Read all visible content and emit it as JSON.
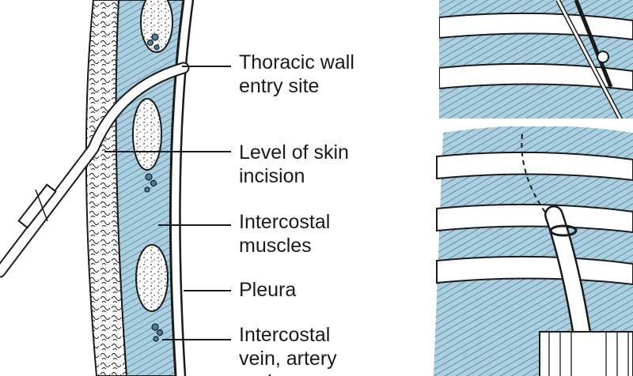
{
  "labels": {
    "thoracic_wall_entry_site": "Thoracic wall\nentry site",
    "level_of_skin_incision": "Level of skin\nincision",
    "intercostal_muscles": "Intercostal\nmuscles",
    "pleura": "Pleura",
    "intercostal_vessels": "Intercostal\nvein, artery\nand nerve"
  },
  "colors": {
    "tissue_blue": "#a9cfe2",
    "ink": "#1a1a1a",
    "background": "#ffffff"
  }
}
